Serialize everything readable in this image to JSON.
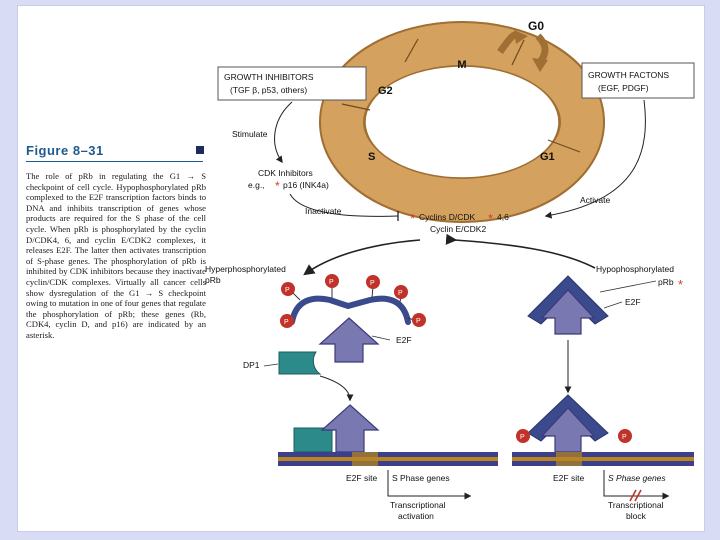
{
  "figure": {
    "title": "Figure 8–31",
    "caption": "The role of pRb in regulating the G1 → S checkpoint of cell cycle. Hypophosphorylated pRb complexed to the E2F transcription factors binds to DNA and inhibits transcription of genes whose products are required for the S phase of the cell cycle. When pRb is phosphorylated by the cyclin D/CDK4, 6, and cyclin E/CDK2 complexes, it releases E2F. The latter then activates transcription of S-phase genes. The phosphorylation of pRb is inhibited by CDK inhibitors because they inactivate cyclin/CDK complexes. Virtually all cancer cells show dysregulation of the G1 → S checkpoint owing to mutation in one of four genes that regulate the phosphorylation of pRb; these genes (Rb, CDK4, cyclin D, and p16) are indicated by an asterisk."
  },
  "cycle": {
    "g0": "G0",
    "m": "M",
    "g2": "G2",
    "s": "S",
    "g1": "G1"
  },
  "inhibitors": {
    "line1": "GROWTH INHIBITORS",
    "line2": "(TGF β, p53, others)"
  },
  "factors": {
    "line1": "GROWTH FACTONS",
    "line2": "(EGF, PDGF)"
  },
  "labels": {
    "stimulate": "Stimulate",
    "cdk_inhibitors": "CDK Inhibitors",
    "eg_p16": "e.g., ",
    "p16": "p16 (INK4a)",
    "inactivate": "Inactivate",
    "activate": "Activate",
    "cyclins_d": "Cyclins D/CDK",
    "cyclins_d_tail": "4,6",
    "cyclin_e": "Cyclin E/CDK2",
    "asterisk": "*",
    "hyper_1": "Hyperphosphorylated",
    "hyper_2": "pRb",
    "hypo_1": "Hypophosphorylated",
    "hypo_2": "pRb",
    "e2f": "E2F",
    "dp1": "DP1",
    "phos": "P",
    "e2f_site": "E2F site",
    "s_phase_genes": "S Phase genes",
    "transcriptional": "Transcriptional",
    "activation": "activation",
    "block": "block"
  },
  "colors": {
    "ring": "#d4a15e",
    "ring_dark": "#a06f33",
    "protein": "#7a78b0",
    "protein_dark": "#3b3a7a",
    "prb": "#3a4a8c",
    "phospho": "#c0322a",
    "dp1": "#2c8a8a",
    "dna": "#3b3f8c",
    "dna_band": "#b8861e",
    "asterisk": "#d23c2a"
  }
}
